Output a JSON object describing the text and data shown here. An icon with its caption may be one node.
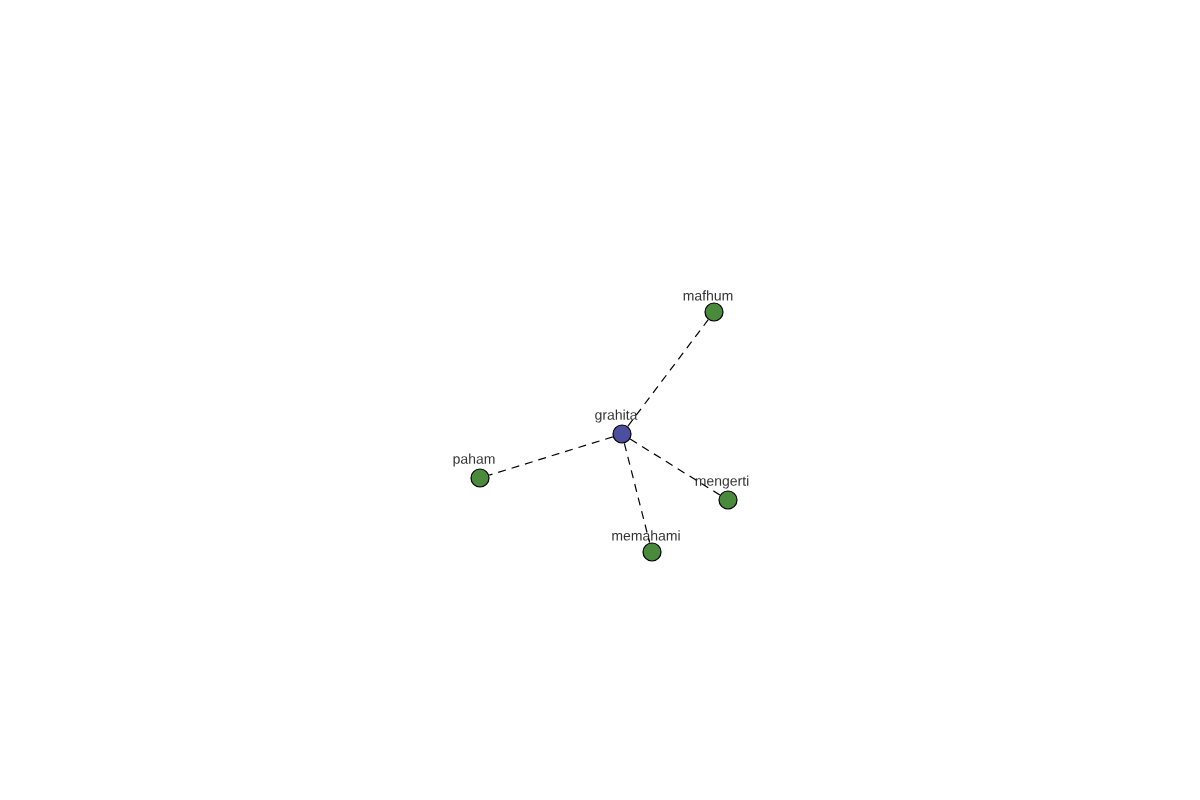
{
  "diagram": {
    "nodes": [
      {
        "text": [
          "grahita"
        ]
      },
      {
        "text": [
          "mafhum"
        ]
      },
      {
        "text": [
          "paham"
        ]
      },
      {
        "text": [
          "mengerti"
        ]
      },
      {
        "text": [
          "memahami"
        ]
      }
    ],
    "edges": [
      {
        "from": 0,
        "to": 1,
        "arrow": "none",
        "style": "dashed"
      },
      {
        "from": 0,
        "to": 2,
        "arrow": "none",
        "style": "dashed"
      },
      {
        "from": 0,
        "to": 3,
        "arrow": "none",
        "style": "dashed"
      },
      {
        "from": 0,
        "to": 4,
        "arrow": "none",
        "style": "dashed"
      }
    ]
  }
}
